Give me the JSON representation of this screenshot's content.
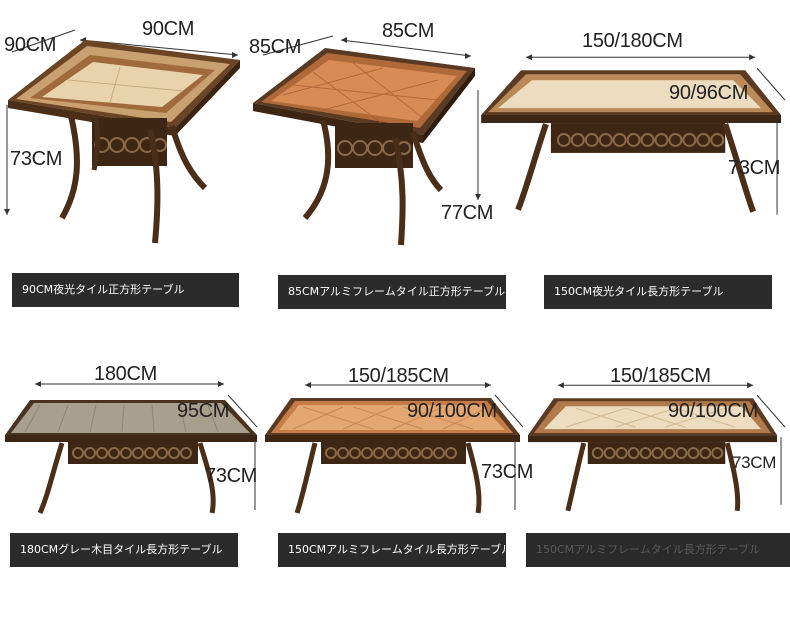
{
  "products": [
    {
      "width_label": "90CM",
      "depth_label": "90CM",
      "height_label": "73CM",
      "caption": "90CM夜光タイル正方形テーブル"
    },
    {
      "width_label": "85CM",
      "depth_label": "85CM",
      "height_label": "77CM",
      "caption": "85CMアルミフレームタイル正方形テーブル"
    },
    {
      "width_label": "150/180CM",
      "depth_label": "90/96CM",
      "height_label": "73CM",
      "caption": "150CM夜光タイル長方形テーブル"
    },
    {
      "width_label": "180CM",
      "depth_label": "95CM",
      "height_label": "73CM",
      "caption": "180CMグレー木目タイル長方形テーブル"
    },
    {
      "width_label": "150/185CM",
      "depth_label": "90/100CM",
      "height_label": "73CM",
      "caption": "150CMアルミフレームタイル長方形テーブル"
    },
    {
      "width_label": "150/185CM",
      "depth_label": "90/100CM",
      "height_label": "73CM",
      "caption": "150CMアルミフレームタイル長方形テーブル"
    }
  ],
  "colors": {
    "frame": "#5a3a22",
    "caption_bg": "#2b2b2b",
    "caption_text": "#ffffff"
  }
}
